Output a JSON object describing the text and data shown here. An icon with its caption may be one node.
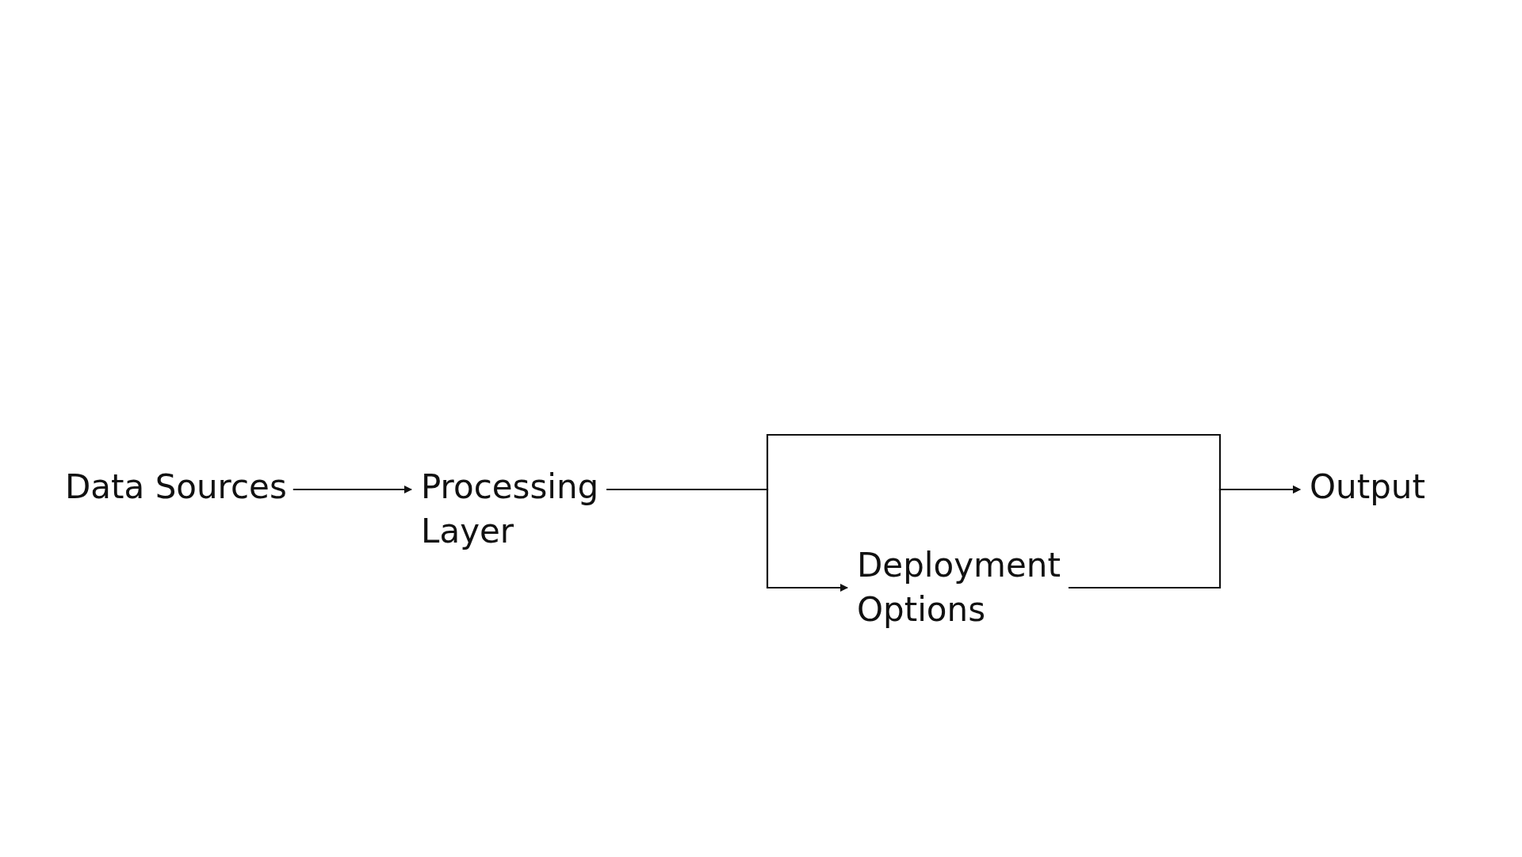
{
  "diagram": {
    "nodes": [
      {
        "text": [
          "Data Sources"
        ]
      },
      {
        "text": [
          "Processing Layer"
        ]
      },
      {
        "text": [
          "Deployment Options"
        ]
      },
      {
        "text": [
          "Output"
        ]
      }
    ],
    "edges": [
      {
        "from": 0,
        "to": 1,
        "arrow": "to"
      },
      {
        "from": 1,
        "to": 2,
        "arrow": "to"
      },
      {
        "from": 1,
        "to": 3,
        "arrow": "to"
      },
      {
        "from": 2,
        "to": 3,
        "arrow": "to"
      }
    ]
  }
}
